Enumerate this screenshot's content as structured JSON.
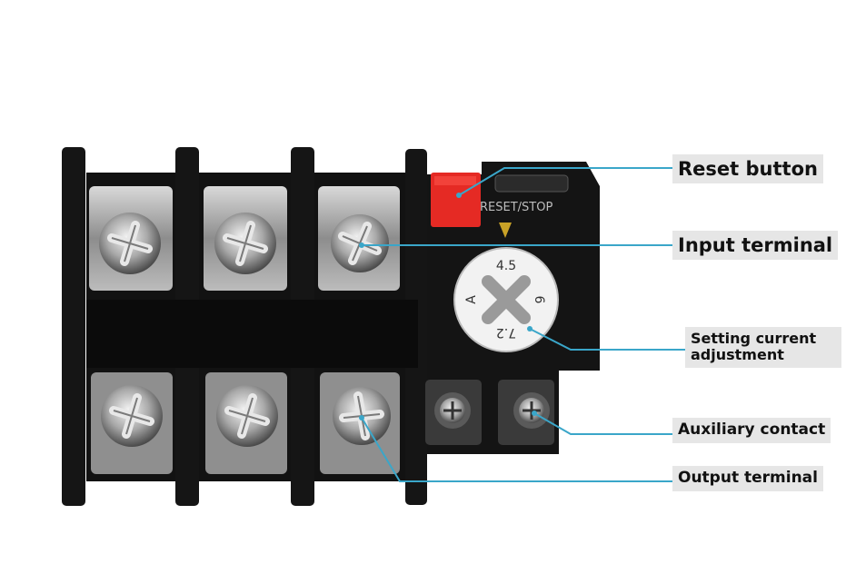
{
  "labels": {
    "reset_button": "Reset button",
    "input_terminal": "Input terminal",
    "setting_line1": "Setting current",
    "setting_line2": "adjustment",
    "auxiliary_contact": "Auxiliary contact",
    "output_terminal": "Output terminal"
  },
  "device": {
    "reset_stop_text": "RESET/STOP",
    "dial_marks": [
      "4.5",
      "6",
      "7.2",
      "A"
    ]
  },
  "colors": {
    "leader_line": "#3aa6c9",
    "reset_button": "#e52a24",
    "housing": "#121212",
    "dial": "#f2f2f2",
    "label_bg": "#e6e6e6"
  }
}
